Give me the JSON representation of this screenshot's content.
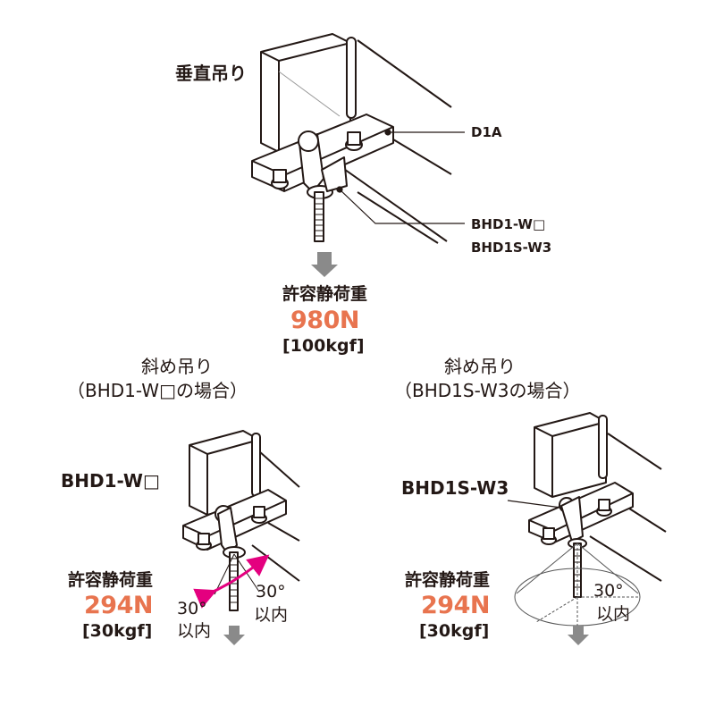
{
  "colors": {
    "accent": "#e8744f",
    "arrow_magenta": "#e4007f",
    "arrow_gray": "#8a8a8a",
    "line": "#231815"
  },
  "top": {
    "title": "垂直吊り",
    "callout_d1a": "D1A",
    "callout_bhd1w": "BHD1-W□",
    "callout_bhd1sw3": "BHD1S-W3",
    "load_title": "許容静荷重",
    "load_value": "980N",
    "load_kgf": "[100kgf]"
  },
  "left": {
    "title": "斜め吊り",
    "subtitle": "（BHD1-W□の場合）",
    "part_label": "BHD1-W□",
    "load_title": "許容静荷重",
    "load_value": "294N",
    "load_kgf": "[30kgf]",
    "angle_left": "30°",
    "angle_left_note": "以内",
    "angle_right": "30°",
    "angle_right_note": "以内"
  },
  "right": {
    "title": "斜め吊り",
    "subtitle": "（BHD1S-W3の場合）",
    "part_label": "BHD1S-W3",
    "load_title": "許容静荷重",
    "load_value": "294N",
    "load_kgf": "[30kgf]",
    "angle": "30°",
    "angle_note": "以内"
  }
}
